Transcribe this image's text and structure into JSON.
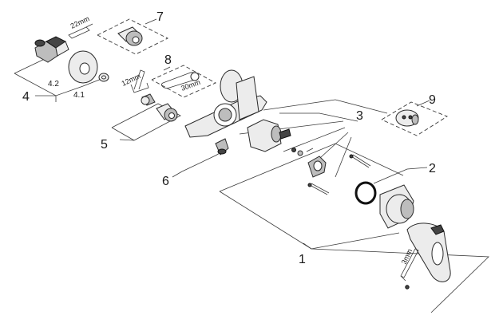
{
  "labels": {
    "l1": "1",
    "l2": "2",
    "l3": "3",
    "l4": "4",
    "l4_1": "4.1",
    "l4_2": "4.2",
    "l5": "5",
    "l6": "6",
    "l7": "7",
    "l8": "8",
    "l9": "9"
  },
  "tools": {
    "hex_22": "22mm",
    "hex_12": "12mm",
    "wrench_30": "30mm",
    "hex_3": "3mm"
  }
}
